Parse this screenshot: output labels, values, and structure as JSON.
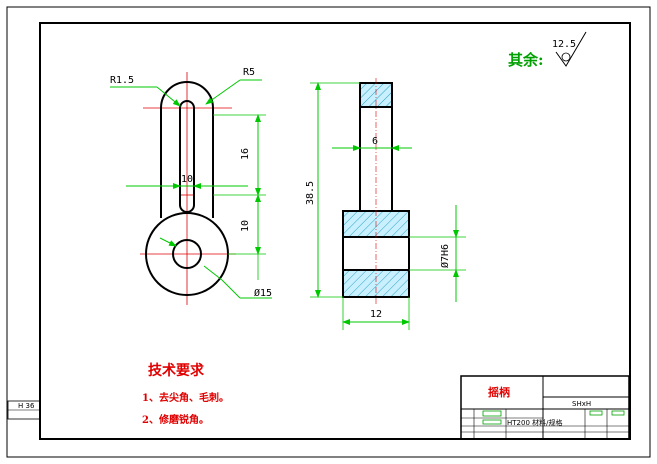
{
  "drawing": {
    "surface_finish": {
      "label": "其余:",
      "value": "12.5"
    },
    "dimensions": {
      "r_top": "R1.5",
      "r_outer": "R5",
      "len_16": "16",
      "width_10": "10",
      "len_10": "10",
      "dia_15": "Ø15",
      "height_38_5": "38.5",
      "neck_6": "6",
      "base_12": "12",
      "thread": "Ø7H6"
    },
    "tech_req": {
      "title": "技术要求",
      "items": [
        "1、去尖角、毛刺。",
        "2、修磨锐角。"
      ]
    },
    "title_block": {
      "part_name": "摇柄",
      "code": "SHxH",
      "material_note": "HT200 材料/规格"
    },
    "side_stamp": "H 36",
    "colors": {
      "frame": "#000000",
      "part_outline": "#000000",
      "dimension": "#00c800",
      "centerline": "#e00000",
      "hatch_fill": "#c8f0ff",
      "hatch_line": "#30a0c0"
    }
  }
}
